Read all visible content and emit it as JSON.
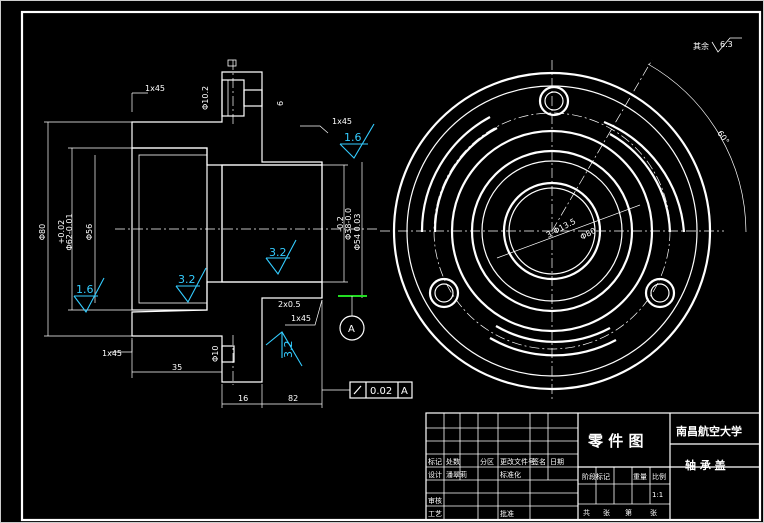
{
  "surface_finish_note": {
    "label": "其余",
    "value": "6.3"
  },
  "left_view": {
    "chamfer_top": "1x45",
    "chamfer_right_top": "1x45",
    "chamfer_left_bottom": "1x45",
    "chamfer_right_bottom": "1x45",
    "roughness_a": "1.6",
    "roughness_b": "3.2",
    "roughness_c": "3.2",
    "roughness_d": "1.6",
    "roughness_e": "3.2",
    "dim_outer_dia": "Φ80",
    "dim_bore_tol_upper": "+0.02",
    "dim_bore_tol_lower": "Φ62-0.01",
    "dim_bore": "Φ56",
    "dim_hub_tol": "-0.2",
    "dim_hub": "Φ38-0.0",
    "dim_hub_outer": "Φ54 0.03",
    "dim_groove": "2x0.5",
    "dim_len_35": "35",
    "dim_len_16": "16",
    "dim_len_82": "82",
    "dim_hole_top": "Φ10.2",
    "dim_hole_top_b": "6",
    "dim_hole_bot": "Φ10",
    "datum_label": "A",
    "runout_tol": "0.02",
    "runout_datum": "A"
  },
  "right_view": {
    "angle": "60°",
    "dim_pcd": "Φ80",
    "dim_holes": "3-Φ13.5"
  },
  "title_block": {
    "school": "南昌航空大学",
    "drawing_title": "零 件 图",
    "part_name": "轴 承 盖",
    "scale": "1:1",
    "row_mark": "标记",
    "row_qty": "处数",
    "row_zone": "分区",
    "row_change": "更改文件号",
    "row_sign": "签名",
    "row_date": "日期",
    "design": "设计",
    "standard": "标准化",
    "stage_mark": "阶段标记",
    "weight": "重量",
    "ratio": "比例",
    "review": "审核",
    "process": "工艺",
    "approve": "批准",
    "sheets_total": "共",
    "sheets": "张",
    "sheet_no": "第",
    "sheet_unit": "张",
    "designer": "潘翠莉"
  }
}
